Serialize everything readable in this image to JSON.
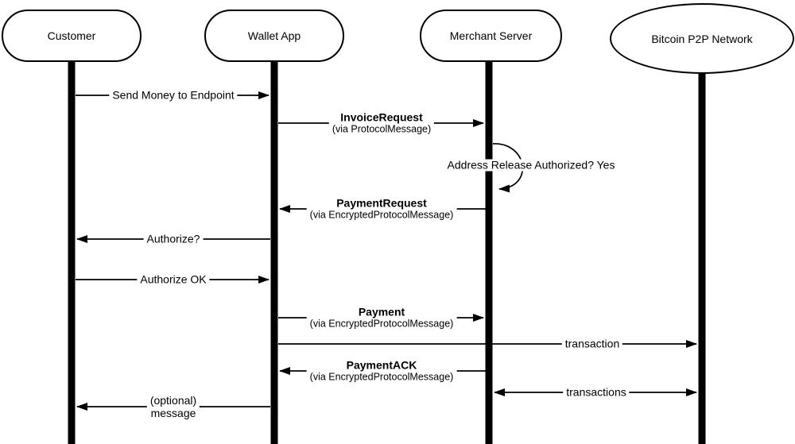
{
  "actors": [
    {
      "label": "Customer",
      "shape": "stadium"
    },
    {
      "label": "Wallet App",
      "shape": "stadium"
    },
    {
      "label": "Merchant Server",
      "shape": "stadium"
    },
    {
      "label": "Bitcoin P2P Network",
      "shape": "ellipse"
    }
  ],
  "messages": [
    {
      "from": "Customer",
      "to": "Wallet App",
      "label": "Send Money to Endpoint"
    },
    {
      "from": "Wallet App",
      "to": "Merchant Server",
      "title": "InvoiceRequest",
      "subtitle": "(via ProtocolMessage)"
    },
    {
      "from": "Merchant Server",
      "to": "Merchant Server",
      "type": "self-loop",
      "label": "Address Release Authorized? Yes"
    },
    {
      "from": "Merchant Server",
      "to": "Wallet App",
      "title": "PaymentRequest",
      "subtitle": "(via EncryptedProtocolMessage)"
    },
    {
      "from": "Wallet App",
      "to": "Customer",
      "label": "Authorize?"
    },
    {
      "from": "Customer",
      "to": "Wallet App",
      "label": "Authorize OK"
    },
    {
      "from": "Wallet App",
      "to": "Merchant Server",
      "title": "Payment",
      "subtitle": "(via EncryptedProtocolMessage)"
    },
    {
      "from": "Wallet App",
      "to": "Bitcoin P2P Network",
      "label": "transaction"
    },
    {
      "from": "Merchant Server",
      "to": "Wallet App",
      "title": "PaymentACK",
      "subtitle": "(via EncryptedProtocolMessage)"
    },
    {
      "from": "Merchant Server",
      "to": "Bitcoin P2P Network",
      "type": "bidirectional",
      "label": "transactions"
    },
    {
      "from": "Wallet App",
      "to": "Customer",
      "title": "(optional)",
      "subtitle": "message"
    }
  ],
  "colors": {
    "line": "#000000",
    "background": "#ffffff"
  }
}
